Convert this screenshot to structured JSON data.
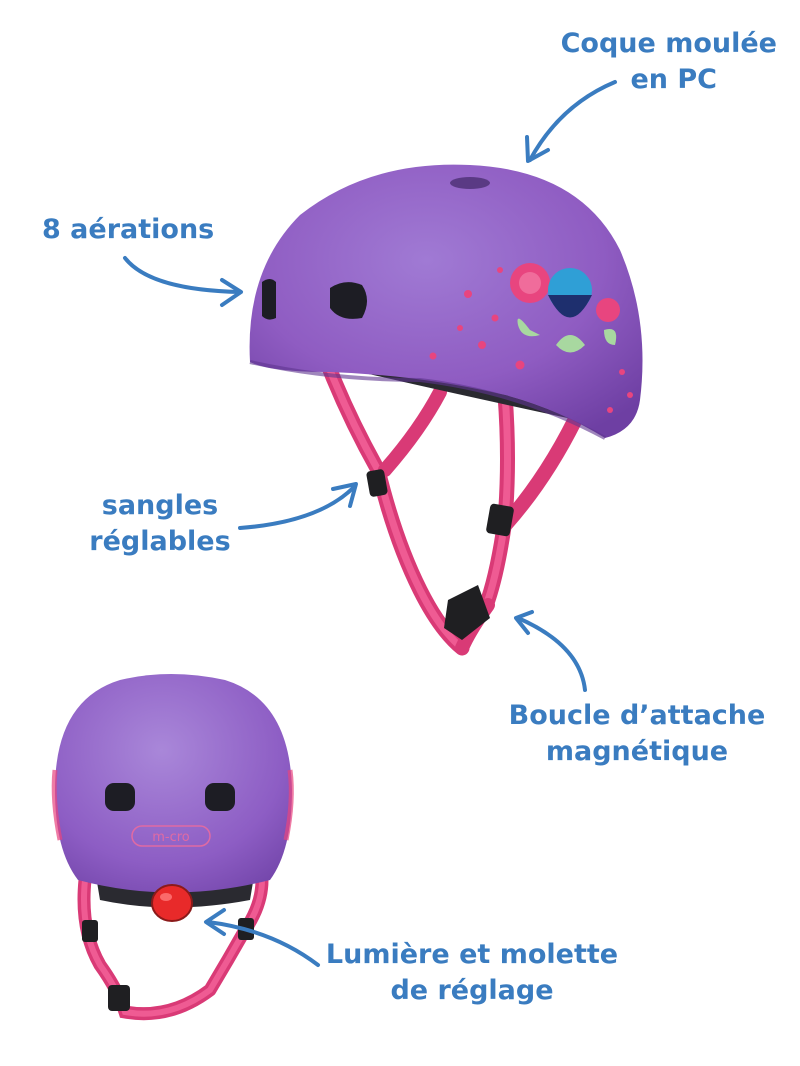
{
  "brand": {
    "logo_text": "m-cro"
  },
  "colors": {
    "label_blue": "#3a7cc0",
    "shell_purple": "#8f5cc2",
    "strap_pink": "#e8457f",
    "buckle_black": "#1f1f22",
    "light_red": "#e82a2a"
  },
  "callouts": {
    "shell": {
      "line1": "Coque moulée",
      "line2": "en PC"
    },
    "vents": {
      "line1": "8 aérations"
    },
    "straps": {
      "line1": "sangles",
      "line2": "réglables"
    },
    "buckle": {
      "line1": "Boucle d’attache",
      "line2": "magnétique"
    },
    "light": {
      "line1": "Lumière et molette",
      "line2": "de réglage"
    }
  }
}
